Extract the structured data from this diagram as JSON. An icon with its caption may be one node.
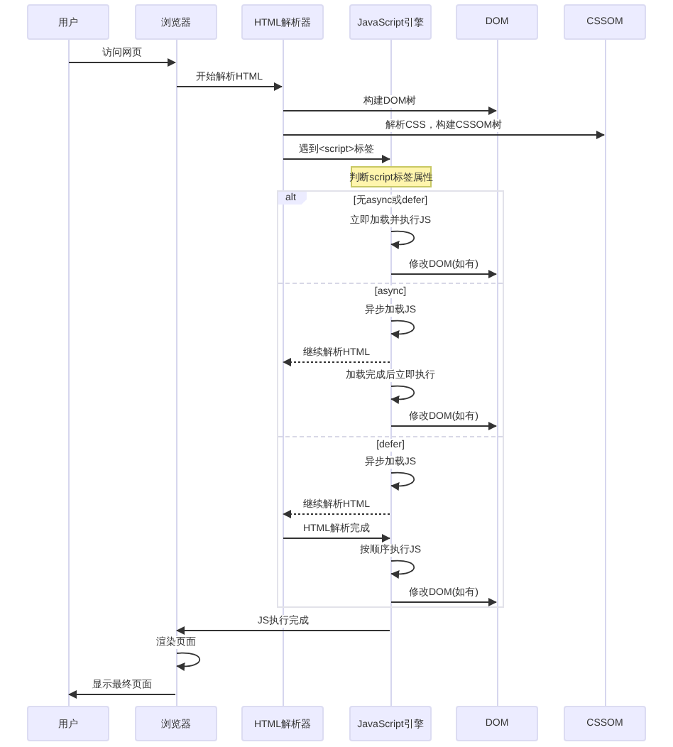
{
  "diagram": {
    "nodes": [
      {
        "text": [
          "用户"
        ]
      },
      {
        "text": [
          "浏览器"
        ]
      },
      {
        "text": [
          "HTML解析器"
        ]
      },
      {
        "text": [
          "JavaScript引擎"
        ]
      },
      {
        "text": [
          "DOM"
        ]
      },
      {
        "text": [
          "CSSOM"
        ]
      },
      {
        "text": [
          "用户"
        ]
      },
      {
        "text": [
          "浏览器"
        ]
      },
      {
        "text": [
          "HTML解析器"
        ]
      },
      {
        "text": [
          "JavaScript引擎"
        ]
      },
      {
        "text": [
          "DOM"
        ]
      },
      {
        "text": [
          "CSSOM"
        ]
      },
      {
        "text": [
          "判断script标签属性"
        ]
      },
      {
        "text": [],
        "shape": "bar"
      },
      {
        "text": [],
        "shape": "bar"
      },
      {
        "text": [],
        "shape": "bar"
      },
      {
        "text": [],
        "shape": "bar"
      },
      {
        "text": [],
        "shape": "bar"
      },
      {
        "text": [],
        "shape": "bar"
      }
    ],
    "edges": [
      {
        "from": 13,
        "to": 14,
        "arrow": "to",
        "label": "访问网页"
      },
      {
        "from": 14,
        "to": 15,
        "arrow": "to",
        "label": "开始解析HTML"
      },
      {
        "from": 15,
        "to": 17,
        "arrow": "to",
        "label": "构建DOM树"
      },
      {
        "from": 15,
        "to": 18,
        "arrow": "to",
        "label": "解析CSS，构建CSSOM树"
      },
      {
        "from": 15,
        "to": 16,
        "arrow": "to",
        "label": "遇到<script>标签"
      },
      {
        "from": 16,
        "to": 16,
        "arrow": "to",
        "label": "立即加载并执行JS"
      },
      {
        "from": 16,
        "to": 17,
        "arrow": "to",
        "label": "修改DOM(如有)"
      },
      {
        "from": 16,
        "to": 16,
        "arrow": "to",
        "label": "异步加载JS"
      },
      {
        "from": 16,
        "to": 15,
        "arrow": "to",
        "label": "继续解析HTML",
        "style": "dashed"
      },
      {
        "from": 16,
        "to": 16,
        "arrow": "to",
        "label": "加载完成后立即执行"
      },
      {
        "from": 16,
        "to": 17,
        "arrow": "to",
        "label": "修改DOM(如有)"
      },
      {
        "from": 16,
        "to": 16,
        "arrow": "to",
        "label": "异步加载JS"
      },
      {
        "from": 16,
        "to": 15,
        "arrow": "to",
        "label": "继续解析HTML",
        "style": "dashed"
      },
      {
        "from": 15,
        "to": 16,
        "arrow": "to",
        "label": "HTML解析完成"
      },
      {
        "from": 16,
        "to": 16,
        "arrow": "to",
        "label": "按顺序执行JS"
      },
      {
        "from": 16,
        "to": 17,
        "arrow": "to",
        "label": "修改DOM(如有)"
      },
      {
        "from": 16,
        "to": 14,
        "arrow": "to",
        "label": "JS执行完成"
      },
      {
        "from": 14,
        "to": 14,
        "arrow": "to",
        "label": "渲染页面"
      },
      {
        "from": 14,
        "to": 13,
        "arrow": "to",
        "label": "显示最终页面"
      }
    ],
    "labels": [
      "alt",
      "[无async或defer]",
      "[async]",
      "[defer]"
    ]
  }
}
